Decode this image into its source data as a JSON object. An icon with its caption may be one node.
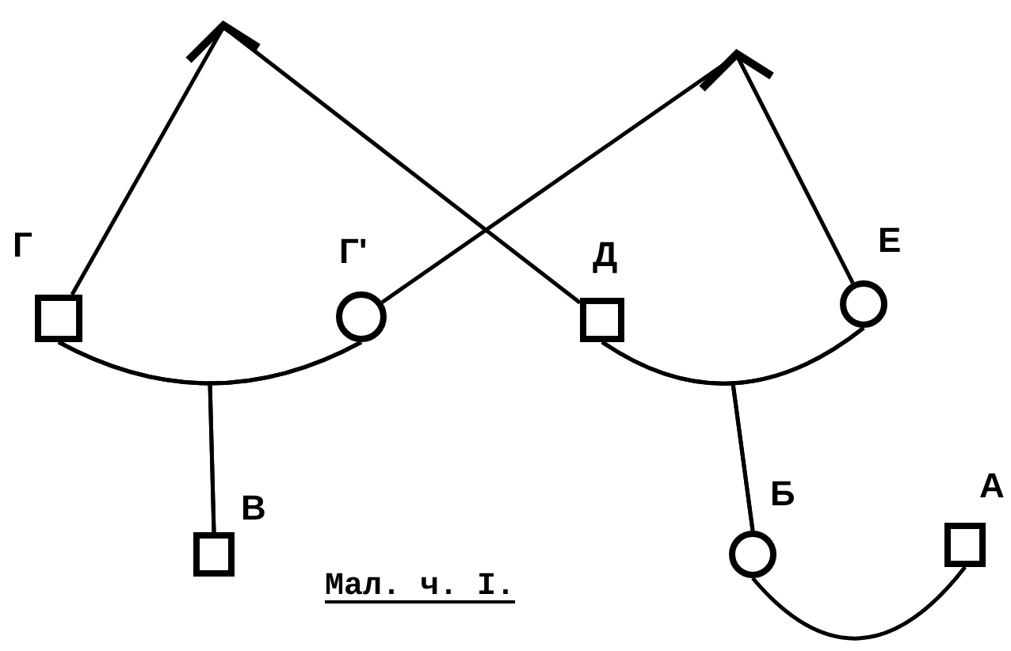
{
  "diagram": {
    "caption": "Мал. ч. I.",
    "nodes": [
      {
        "text": [],
        "shape": "chevron"
      },
      {
        "text": [],
        "shape": "chevron"
      },
      {
        "text": [],
        "shape": "box",
        "beside": [
          "Г"
        ]
      },
      {
        "text": [],
        "shape": "circle",
        "beside": [
          "Г'"
        ]
      },
      {
        "text": [],
        "shape": "box",
        "beside": [
          "Д"
        ]
      },
      {
        "text": [],
        "shape": "circle",
        "beside": [
          "Е"
        ]
      },
      {
        "text": [],
        "shape": "box",
        "beside": [
          "В"
        ]
      },
      {
        "text": [],
        "shape": "circle",
        "beside": [
          "Б"
        ]
      },
      {
        "text": [],
        "shape": "box",
        "beside": [
          "А"
        ]
      }
    ],
    "edges": [
      {
        "from": 0,
        "to": 2,
        "arrow": "none"
      },
      {
        "from": 0,
        "to": 4,
        "arrow": "none"
      },
      {
        "from": 1,
        "to": 3,
        "arrow": "none"
      },
      {
        "from": 1,
        "to": 5,
        "arrow": "none"
      },
      {
        "from": 2,
        "to": 3,
        "arrow": "none"
      },
      {
        "from": 2,
        "to": 6,
        "arrow": "none"
      },
      {
        "from": 3,
        "to": 6,
        "arrow": "none"
      },
      {
        "from": 4,
        "to": 5,
        "arrow": "none"
      },
      {
        "from": 4,
        "to": 7,
        "arrow": "none"
      },
      {
        "from": 5,
        "to": 7,
        "arrow": "none"
      },
      {
        "from": 7,
        "to": 8,
        "arrow": "none"
      }
    ]
  }
}
